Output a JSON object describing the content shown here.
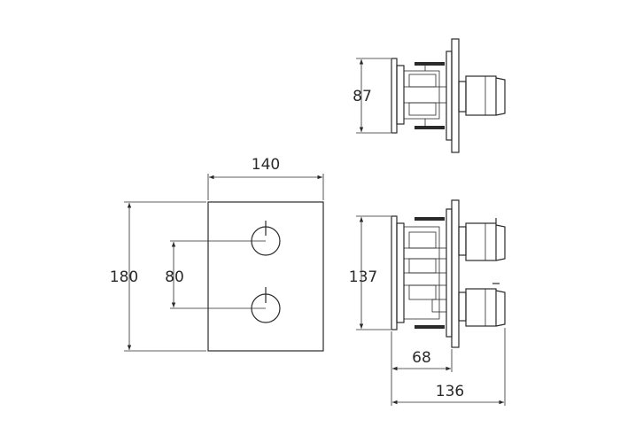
{
  "dimensions": {
    "front_width": "140",
    "front_height": "180",
    "valve_spacing": "80",
    "top_side_height": "87",
    "side_height": "137",
    "depth_body": "68",
    "depth_total": "136"
  }
}
